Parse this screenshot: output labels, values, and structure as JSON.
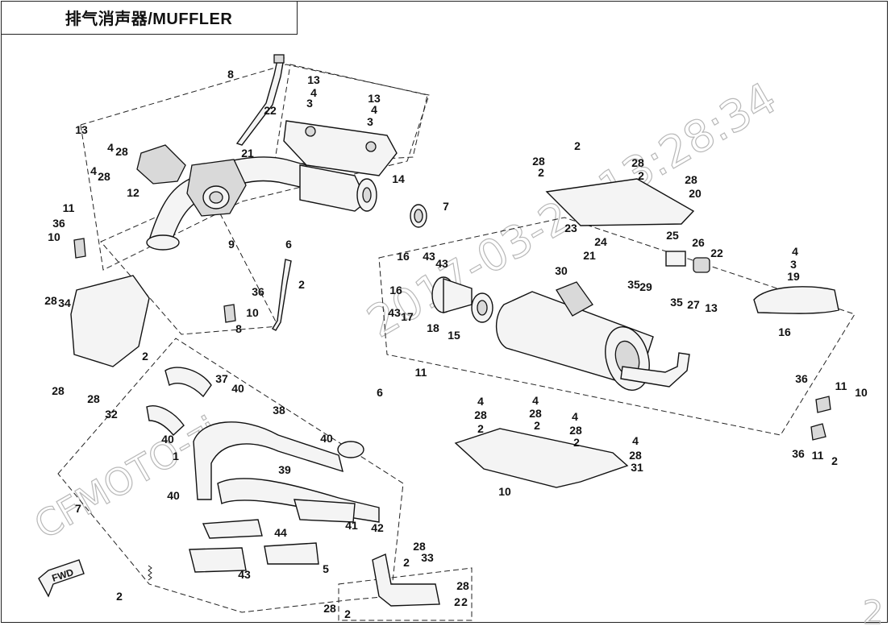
{
  "title": "排气消声器/MUFFLER",
  "watermark": {
    "date_text": "2017-03-21 13:28:34",
    "left_text": "CFMOTO-zj",
    "corner_text": "2"
  },
  "fwd_label": "FWD",
  "callouts": [
    {
      "n": "8"
    },
    {
      "n": "13"
    },
    {
      "n": "4"
    },
    {
      "n": "3"
    },
    {
      "n": "13"
    },
    {
      "n": "4"
    },
    {
      "n": "3"
    },
    {
      "n": "22"
    },
    {
      "n": "21"
    },
    {
      "n": "14"
    },
    {
      "n": "13"
    },
    {
      "n": "4"
    },
    {
      "n": "28"
    },
    {
      "n": "4"
    },
    {
      "n": "28"
    },
    {
      "n": "12"
    },
    {
      "n": "11"
    },
    {
      "n": "36"
    },
    {
      "n": "10"
    },
    {
      "n": "9"
    },
    {
      "n": "6"
    },
    {
      "n": "7"
    },
    {
      "n": "2"
    },
    {
      "n": "28"
    },
    {
      "n": "2"
    },
    {
      "n": "28"
    },
    {
      "n": "2"
    },
    {
      "n": "28"
    },
    {
      "n": "20"
    },
    {
      "n": "23"
    },
    {
      "n": "24"
    },
    {
      "n": "25"
    },
    {
      "n": "26"
    },
    {
      "n": "22"
    },
    {
      "n": "21"
    },
    {
      "n": "30"
    },
    {
      "n": "35"
    },
    {
      "n": "29"
    },
    {
      "n": "35"
    },
    {
      "n": "27"
    },
    {
      "n": "13"
    },
    {
      "n": "4"
    },
    {
      "n": "3"
    },
    {
      "n": "19"
    },
    {
      "n": "16"
    },
    {
      "n": "16"
    },
    {
      "n": "43"
    },
    {
      "n": "43"
    },
    {
      "n": "16"
    },
    {
      "n": "43"
    },
    {
      "n": "17"
    },
    {
      "n": "18"
    },
    {
      "n": "15"
    },
    {
      "n": "11"
    },
    {
      "n": "36"
    },
    {
      "n": "10"
    },
    {
      "n": "8"
    },
    {
      "n": "2"
    },
    {
      "n": "28"
    },
    {
      "n": "34"
    },
    {
      "n": "28"
    },
    {
      "n": "2"
    },
    {
      "n": "28"
    },
    {
      "n": "32"
    },
    {
      "n": "37"
    },
    {
      "n": "40"
    },
    {
      "n": "38"
    },
    {
      "n": "40"
    },
    {
      "n": "40"
    },
    {
      "n": "39"
    },
    {
      "n": "40"
    },
    {
      "n": "1"
    },
    {
      "n": "7"
    },
    {
      "n": "6"
    },
    {
      "n": "42"
    },
    {
      "n": "41"
    },
    {
      "n": "44"
    },
    {
      "n": "43"
    },
    {
      "n": "5"
    },
    {
      "n": "2"
    },
    {
      "n": "4"
    },
    {
      "n": "28"
    },
    {
      "n": "2"
    },
    {
      "n": "4"
    },
    {
      "n": "28"
    },
    {
      "n": "2"
    },
    {
      "n": "4"
    },
    {
      "n": "28"
    },
    {
      "n": "2"
    },
    {
      "n": "4"
    },
    {
      "n": "28"
    },
    {
      "n": "31"
    },
    {
      "n": "10"
    },
    {
      "n": "36"
    },
    {
      "n": "11"
    },
    {
      "n": "10"
    },
    {
      "n": "36"
    },
    {
      "n": "11"
    },
    {
      "n": "2"
    },
    {
      "n": "28"
    },
    {
      "n": "2"
    },
    {
      "n": "33"
    },
    {
      "n": "28"
    },
    {
      "n": "2"
    },
    {
      "n": "28"
    },
    {
      "n": "2"
    },
    {
      "n": "2"
    }
  ]
}
